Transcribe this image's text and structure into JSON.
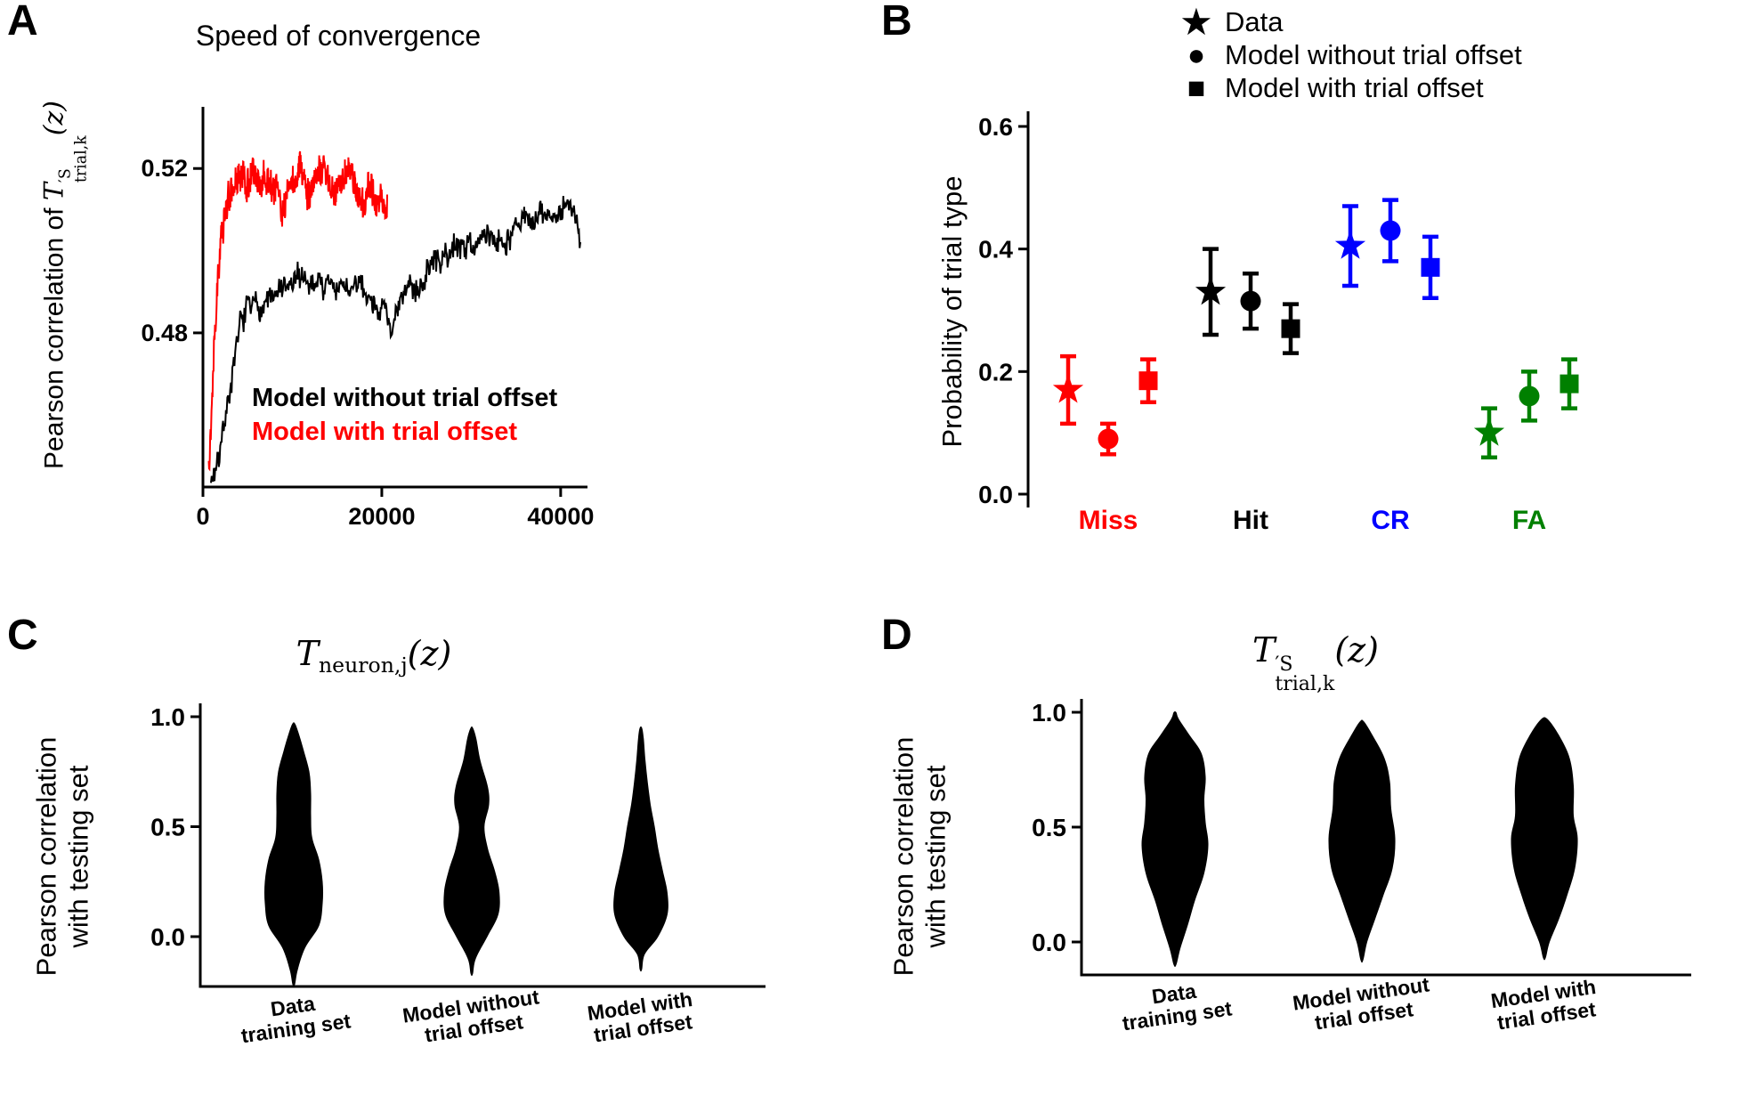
{
  "panels": {
    "A": {
      "letter": "A"
    },
    "B": {
      "letter": "B"
    },
    "C": {
      "letter": "C"
    },
    "D": {
      "letter": "D"
    }
  },
  "math": {
    "trial": {
      "base": "T",
      "sup": "′S",
      "sub": "trial,k",
      "arg": "(z)"
    },
    "neuron": {
      "base": "T",
      "sub": "neuron,j",
      "arg": "(z)"
    }
  },
  "chart_data": [
    {
      "id": "A",
      "type": "line",
      "title": "Speed of convergence",
      "ylabel_prefix": "Pearson correlation of ",
      "ylabel_math": "T'S_trial,k(z)",
      "xlim": [
        0,
        43000
      ],
      "ylim": [
        0.4425,
        0.535
      ],
      "xticks": [
        {
          "v": 0,
          "label": "0"
        },
        {
          "v": 20000,
          "label": "20000"
        },
        {
          "v": 40000,
          "label": "40000"
        }
      ],
      "yticks": [
        {
          "v": 0.48,
          "label": "0.48"
        },
        {
          "v": 0.52,
          "label": "0.52"
        }
      ],
      "series": [
        {
          "name": "Model without trial offset",
          "color": "#000000",
          "noise": 0.0035,
          "seed": 7,
          "anchors": [
            [
              900,
              0.4435
            ],
            [
              1400,
              0.447
            ],
            [
              2200,
              0.458
            ],
            [
              3000,
              0.4685
            ],
            [
              4000,
              0.479
            ],
            [
              5000,
              0.4845
            ],
            [
              6500,
              0.4875
            ],
            [
              8000,
              0.4885
            ],
            [
              9500,
              0.4905
            ],
            [
              11000,
              0.4915
            ],
            [
              12500,
              0.4925
            ],
            [
              14000,
              0.4915
            ],
            [
              15500,
              0.4905
            ],
            [
              17000,
              0.49
            ],
            [
              18500,
              0.4895
            ],
            [
              20000,
              0.4875
            ],
            [
              21200,
              0.4815
            ],
            [
              22500,
              0.487
            ],
            [
              24000,
              0.4925
            ],
            [
              25500,
              0.496
            ],
            [
              27000,
              0.4985
            ],
            [
              28500,
              0.5005
            ],
            [
              30000,
              0.502
            ],
            [
              31500,
              0.503
            ],
            [
              33000,
              0.5045
            ],
            [
              34500,
              0.5055
            ],
            [
              36000,
              0.506
            ],
            [
              37500,
              0.5075
            ],
            [
              39000,
              0.508
            ],
            [
              40500,
              0.5085
            ],
            [
              41500,
              0.507
            ],
            [
              42200,
              0.5045
            ]
          ]
        },
        {
          "name": "Model with trial offset",
          "color": "#ff0000",
          "noise": 0.0042,
          "seed": 13,
          "anchors": [
            [
              650,
              0.4495
            ],
            [
              950,
              0.462
            ],
            [
              1250,
              0.4825
            ],
            [
              1600,
              0.4985
            ],
            [
              2000,
              0.5065
            ],
            [
              2500,
              0.5105
            ],
            [
              3200,
              0.5135
            ],
            [
              4000,
              0.5155
            ],
            [
              5000,
              0.517
            ],
            [
              6000,
              0.5175
            ],
            [
              7000,
              0.5165
            ],
            [
              8000,
              0.5145
            ],
            [
              9000,
              0.513
            ],
            [
              10000,
              0.5165
            ],
            [
              11000,
              0.5175
            ],
            [
              12000,
              0.5155
            ],
            [
              13000,
              0.5165
            ],
            [
              14000,
              0.5145
            ],
            [
              15000,
              0.5155
            ],
            [
              16000,
              0.516
            ],
            [
              17000,
              0.5145
            ],
            [
              18000,
              0.5115
            ],
            [
              19000,
              0.5135
            ],
            [
              20000,
              0.5145
            ],
            [
              20600,
              0.512
            ]
          ]
        }
      ]
    },
    {
      "id": "B",
      "type": "pointrange",
      "ylabel": "Probability of trial type",
      "ylim": [
        0,
        0.63
      ],
      "yticks": [
        {
          "v": 0.0,
          "label": "0.0"
        },
        {
          "v": 0.2,
          "label": "0.2"
        },
        {
          "v": 0.4,
          "label": "0.4"
        },
        {
          "v": 0.6,
          "label": "0.6"
        }
      ],
      "legend": [
        {
          "marker": "star",
          "glyph": "★",
          "label": "Data"
        },
        {
          "marker": "circle",
          "glyph": "●",
          "label": "Model without trial offset"
        },
        {
          "marker": "square",
          "glyph": "■",
          "label": "Model with trial offset"
        }
      ],
      "categories": [
        {
          "label": "Miss",
          "color": "#ff0000"
        },
        {
          "label": "Hit",
          "color": "#000000"
        },
        {
          "label": "CR",
          "color": "#0000ff"
        },
        {
          "label": "FA",
          "color": "#008000"
        }
      ],
      "series": [
        {
          "name": "Data",
          "marker": "star",
          "values": [
            0.17,
            0.33,
            0.405,
            0.1
          ],
          "errors": [
            0.055,
            0.07,
            0.065,
            0.04
          ]
        },
        {
          "name": "Model without trial offset",
          "marker": "circle",
          "values": [
            0.09,
            0.315,
            0.43,
            0.16
          ],
          "errors": [
            0.025,
            0.045,
            0.05,
            0.04
          ]
        },
        {
          "name": "Model with trial offset",
          "marker": "square",
          "values": [
            0.185,
            0.27,
            0.37,
            0.18
          ],
          "errors": [
            0.035,
            0.04,
            0.05,
            0.04
          ]
        }
      ]
    },
    {
      "id": "C",
      "type": "violin",
      "title_math": "T_neuron,j(z)",
      "ylabel_lines": [
        "Pearson correlation",
        "with testing set"
      ],
      "ylim": [
        -0.3,
        1.06
      ],
      "yticks": [
        {
          "v": 0.0,
          "label": "0.0"
        },
        {
          "v": 0.5,
          "label": "0.5"
        },
        {
          "v": 1.0,
          "label": "1.0"
        }
      ],
      "fill": "#000000",
      "categories": [
        {
          "lines": [
            "Data",
            "training set"
          ]
        },
        {
          "lines": [
            "Model without",
            "trial offset"
          ]
        },
        {
          "lines": [
            "Model with",
            "trial offset"
          ]
        }
      ],
      "violins": [
        {
          "profile": [
            [
              -0.22,
              0.02
            ],
            [
              -0.15,
              0.07
            ],
            [
              -0.05,
              0.2
            ],
            [
              0.05,
              0.44
            ],
            [
              0.15,
              0.5
            ],
            [
              0.25,
              0.5
            ],
            [
              0.35,
              0.44
            ],
            [
              0.45,
              0.32
            ],
            [
              0.55,
              0.3
            ],
            [
              0.65,
              0.3
            ],
            [
              0.75,
              0.27
            ],
            [
              0.85,
              0.17
            ],
            [
              0.93,
              0.08
            ],
            [
              0.97,
              0.02
            ]
          ]
        },
        {
          "profile": [
            [
              -0.17,
              0.02
            ],
            [
              -0.1,
              0.07
            ],
            [
              0.0,
              0.27
            ],
            [
              0.1,
              0.46
            ],
            [
              0.2,
              0.48
            ],
            [
              0.3,
              0.4
            ],
            [
              0.4,
              0.28
            ],
            [
              0.5,
              0.22
            ],
            [
              0.6,
              0.3
            ],
            [
              0.68,
              0.28
            ],
            [
              0.8,
              0.15
            ],
            [
              0.9,
              0.08
            ],
            [
              0.95,
              0.02
            ]
          ]
        },
        {
          "profile": [
            [
              -0.15,
              0.02
            ],
            [
              -0.08,
              0.07
            ],
            [
              0.0,
              0.3
            ],
            [
              0.1,
              0.46
            ],
            [
              0.2,
              0.46
            ],
            [
              0.3,
              0.38
            ],
            [
              0.4,
              0.3
            ],
            [
              0.5,
              0.24
            ],
            [
              0.6,
              0.17
            ],
            [
              0.7,
              0.12
            ],
            [
              0.8,
              0.08
            ],
            [
              0.9,
              0.05
            ],
            [
              0.95,
              0.02
            ]
          ]
        }
      ]
    },
    {
      "id": "D",
      "type": "violin",
      "title_math": "T'S_trial,k(z)",
      "ylabel_lines": [
        "Pearson correlation",
        "with testing set"
      ],
      "ylim": [
        -0.2,
        1.08
      ],
      "yticks": [
        {
          "v": 0.0,
          "label": "0.0"
        },
        {
          "v": 0.5,
          "label": "0.5"
        },
        {
          "v": 1.0,
          "label": "1.0"
        }
      ],
      "fill": "#000000",
      "categories": [
        {
          "lines": [
            "Data",
            "training set"
          ]
        },
        {
          "lines": [
            "Model without",
            "trial offset"
          ]
        },
        {
          "lines": [
            "Model with",
            "trial offset"
          ]
        }
      ],
      "violins": [
        {
          "profile": [
            [
              -0.1,
              0.02
            ],
            [
              -0.03,
              0.08
            ],
            [
              0.08,
              0.2
            ],
            [
              0.18,
              0.3
            ],
            [
              0.3,
              0.44
            ],
            [
              0.42,
              0.5
            ],
            [
              0.52,
              0.46
            ],
            [
              0.62,
              0.44
            ],
            [
              0.72,
              0.46
            ],
            [
              0.82,
              0.4
            ],
            [
              0.9,
              0.22
            ],
            [
              0.97,
              0.06
            ],
            [
              1.0,
              0.02
            ]
          ]
        },
        {
          "profile": [
            [
              -0.08,
              0.02
            ],
            [
              0.0,
              0.08
            ],
            [
              0.1,
              0.2
            ],
            [
              0.2,
              0.32
            ],
            [
              0.32,
              0.46
            ],
            [
              0.45,
              0.5
            ],
            [
              0.58,
              0.44
            ],
            [
              0.7,
              0.42
            ],
            [
              0.8,
              0.34
            ],
            [
              0.9,
              0.16
            ],
            [
              0.96,
              0.03
            ]
          ]
        },
        {
          "profile": [
            [
              -0.07,
              0.02
            ],
            [
              0.0,
              0.08
            ],
            [
              0.1,
              0.22
            ],
            [
              0.2,
              0.34
            ],
            [
              0.32,
              0.46
            ],
            [
              0.45,
              0.5
            ],
            [
              0.55,
              0.44
            ],
            [
              0.68,
              0.44
            ],
            [
              0.8,
              0.38
            ],
            [
              0.9,
              0.22
            ],
            [
              0.97,
              0.05
            ]
          ]
        }
      ]
    }
  ]
}
